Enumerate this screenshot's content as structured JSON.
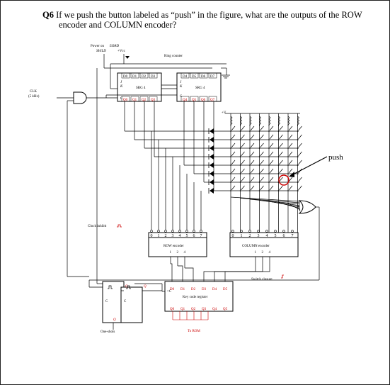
{
  "question": {
    "number": "Q6",
    "text_line1": "If we push the button labeled as “push” in the figure, what are the outputs of the ROW",
    "text_line2": "encoder and COLUMN encoder?"
  },
  "labels": {
    "power_on": "Power on",
    "load": "LOAD",
    "sh_ld": "SH/LD",
    "vcc": "+Vcc",
    "ring_counter": "Ring counter",
    "clk": "CLK",
    "clk_rate": "(5 kHz)",
    "srg4": "SRG 4",
    "plus_v": "+V",
    "push": "push",
    "clock_inhibit": "Clock inhibit",
    "row_encoder": "ROW encoder",
    "column_encoder": "COLUMN encoder",
    "switch_closure": "Switch closure",
    "key_code_register": "Key code register",
    "one_shots": "One-shots",
    "to_rom": "To ROM",
    "encoder_inputs": [
      "0",
      "1",
      "2",
      "3",
      "4",
      "5",
      "6",
      "7"
    ],
    "encoder_outputs": [
      "1",
      "2",
      "4"
    ],
    "register_d": [
      "D0",
      "D1",
      "D2",
      "D3",
      "D4",
      "D5"
    ],
    "register_q": [
      "Q0",
      "Q1",
      "Q2",
      "Q3",
      "Q4",
      "Q5"
    ],
    "srg_d": [
      "D0",
      "D1",
      "D2",
      "D3"
    ],
    "srg_q1": [
      "Q0",
      "Q1",
      "Q2",
      "Q3"
    ],
    "srg_d2": [
      "D4",
      "D5",
      "D6",
      "D7"
    ],
    "srg_q2": [
      "Q4",
      "Q5",
      "Q6",
      "Q7"
    ],
    "pin_j": "J",
    "pin_k": "K",
    "pin_c": "C",
    "q_label": "Q"
  },
  "colors": {
    "red": "#cc0000",
    "ink": "#000000"
  }
}
